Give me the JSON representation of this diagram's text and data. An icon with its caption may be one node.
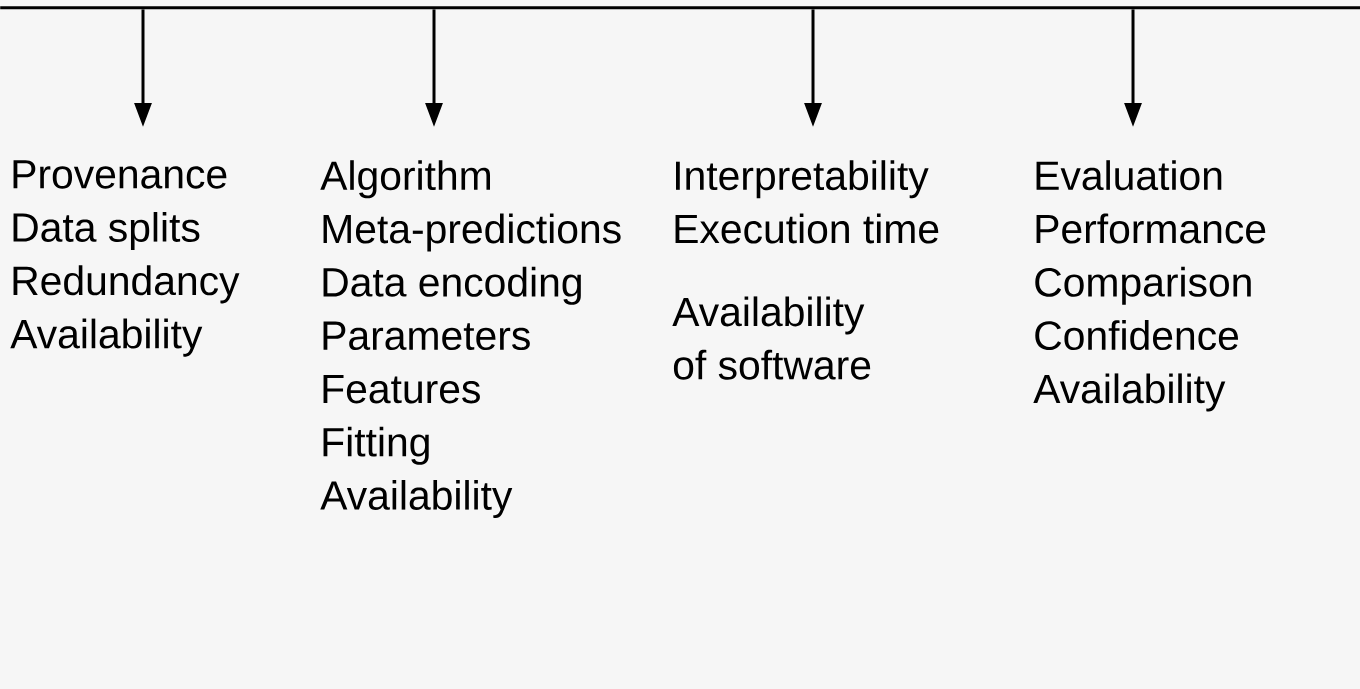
{
  "diagram": {
    "nodes": [
      {
        "text": [],
        "shape": "bar"
      },
      {
        "text": [
          "Provenance",
          "Data splits",
          "Redundancy",
          "Availability"
        ]
      },
      {
        "text": [
          "Algorithm",
          "Meta-predictions",
          "Data encoding",
          "Parameters",
          "Features",
          "Fitting",
          "Availability"
        ]
      },
      {
        "text": [
          "Interpretability",
          "Execution time",
          "Availability of software"
        ]
      },
      {
        "text": [
          "Evaluation",
          "Performance",
          "Comparison",
          "Confidence",
          "Availability"
        ]
      }
    ],
    "edges": [
      {
        "from": 0,
        "to": 1,
        "arrow": "to"
      },
      {
        "from": 0,
        "to": 2,
        "arrow": "to"
      },
      {
        "from": 0,
        "to": 3,
        "arrow": "to"
      },
      {
        "from": 0,
        "to": 4,
        "arrow": "to"
      }
    ]
  }
}
